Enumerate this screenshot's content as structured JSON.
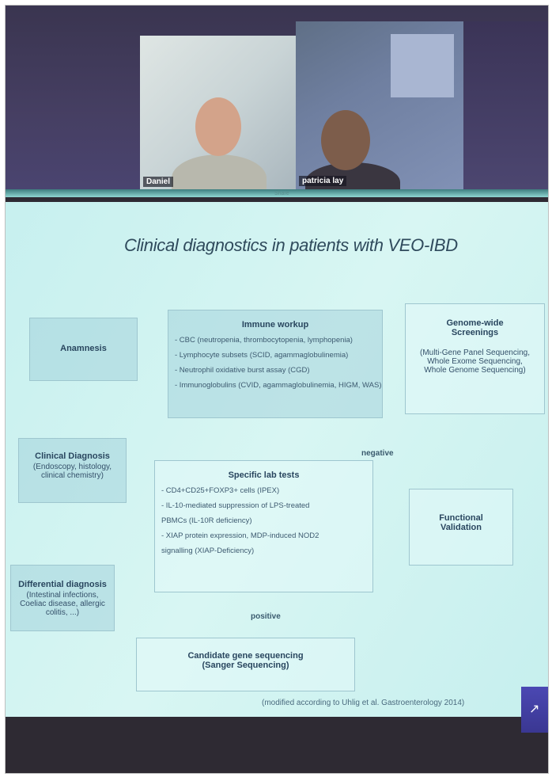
{
  "participants": [
    {
      "name": "Daniel"
    },
    {
      "name": "patricia lay"
    }
  ],
  "strip_label": "Share",
  "slide": {
    "title": "Clinical diagnostics in patients with VEO-IBD",
    "anamnesis": "Anamnesis",
    "clinical_diagnosis": {
      "title": "Clinical Diagnosis",
      "detail": "(Endoscopy, histology, clinical chemistry)"
    },
    "differential": {
      "title": "Differential diagnosis",
      "detail": "(Intestinal infections, Coeliac disease, allergic colitis, ...)"
    },
    "immune_workup": {
      "title": "Immune workup",
      "items": [
        "- CBC (neutropenia, thrombocytopenia, lymphopenia)",
        "- Lymphocyte subsets (SCID, agammaglobulinemia)",
        "- Neutrophil oxidative burst assay (CGD)",
        "- Immunoglobulins (CVID, agammaglobulinemia, HIGM, WAS)"
      ]
    },
    "specific_lab": {
      "title": "Specific lab tests",
      "items": [
        "- CD4+CD25+FOXP3+ cells (IPEX)",
        "- IL-10-mediated suppression of LPS-treated",
        "  PBMCs (IL-10R deficiency)",
        "- XIAP protein expression, MDP-induced NOD2",
        "  signalling (XIAP-Deficiency)"
      ]
    },
    "genome": {
      "title": "Genome-wide Screenings",
      "lines": [
        "(Multi-Gene Panel Sequencing,",
        "Whole Exome Sequencing,",
        "Whole Genome Sequencing)"
      ]
    },
    "functional": "Functional Validation",
    "negative": "negative",
    "positive": "positive",
    "candidate": {
      "title": "Candidate gene sequencing",
      "detail": "(Sanger Sequencing)"
    },
    "caption": "(modified according to Uhlig et al. Gastroenterology 2014)"
  }
}
